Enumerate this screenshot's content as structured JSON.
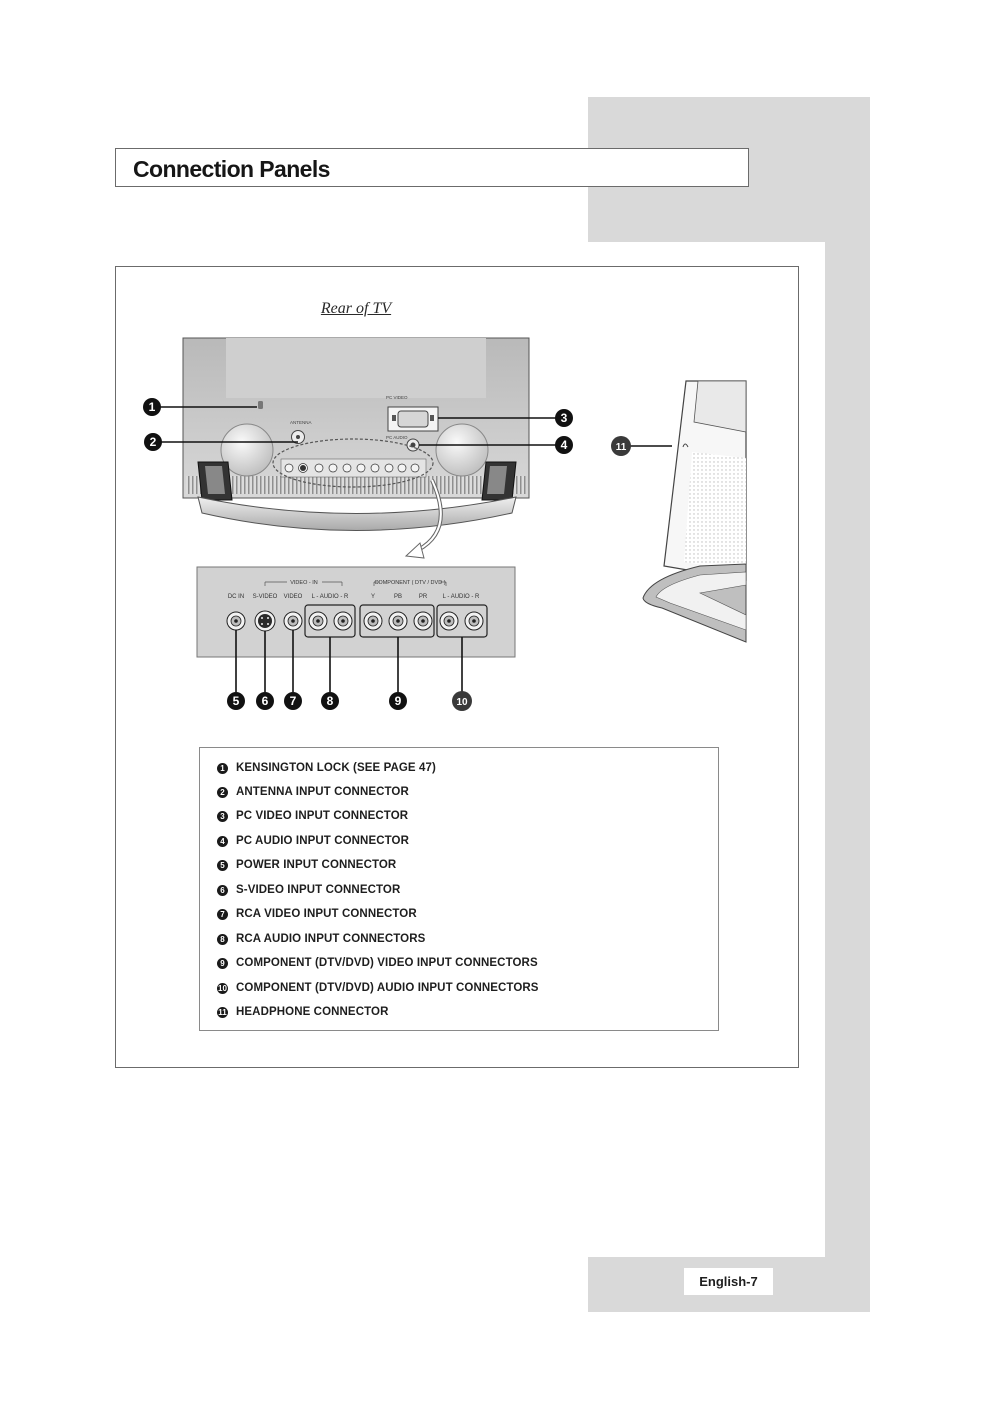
{
  "page": {
    "title": "Connection Panels",
    "page_number": "English-7"
  },
  "diagram": {
    "caption": "Rear of TV",
    "callouts": [
      "1",
      "2",
      "3",
      "4",
      "5",
      "6",
      "7",
      "8",
      "9",
      "10",
      "11"
    ],
    "small_labels": {
      "pc_video": "PC VIDEO",
      "pc_audio": "PC AUDIO",
      "antenna": "ANTENNA"
    },
    "panel": {
      "group_video_in": "VIDEO - IN",
      "group_component": "COMPONENT ( DTV / DVD )",
      "jacks": [
        "DC IN",
        "S-VIDEO",
        "VIDEO",
        "L - AUDIO - R",
        "Y",
        "PB",
        "PR",
        "L - AUDIO - R"
      ]
    }
  },
  "legend": {
    "items": [
      {
        "num": "1",
        "text": "KENSINGTON LOCK (SEE PAGE 47)"
      },
      {
        "num": "2",
        "text": "ANTENNA INPUT CONNECTOR"
      },
      {
        "num": "3",
        "text": "PC VIDEO INPUT CONNECTOR"
      },
      {
        "num": "4",
        "text": "PC AUDIO INPUT CONNECTOR"
      },
      {
        "num": "5",
        "text": "POWER INPUT CONNECTOR"
      },
      {
        "num": "6",
        "text": "S-VIDEO INPUT CONNECTOR"
      },
      {
        "num": "7",
        "text": "RCA VIDEO INPUT CONNECTOR"
      },
      {
        "num": "8",
        "text": "RCA AUDIO INPUT CONNECTORS"
      },
      {
        "num": "9",
        "text": "COMPONENT (DTV/DVD) VIDEO INPUT CONNECTORS"
      },
      {
        "num": "10",
        "text": "COMPONENT (DTV/DVD) AUDIO INPUT CONNECTORS"
      },
      {
        "num": "11",
        "text": "HEADPHONE CONNECTOR"
      }
    ]
  },
  "colors": {
    "page_gray": "#d9d9d9",
    "frame": "#6b6b6b",
    "tv_body": "#c9c9c9"
  }
}
